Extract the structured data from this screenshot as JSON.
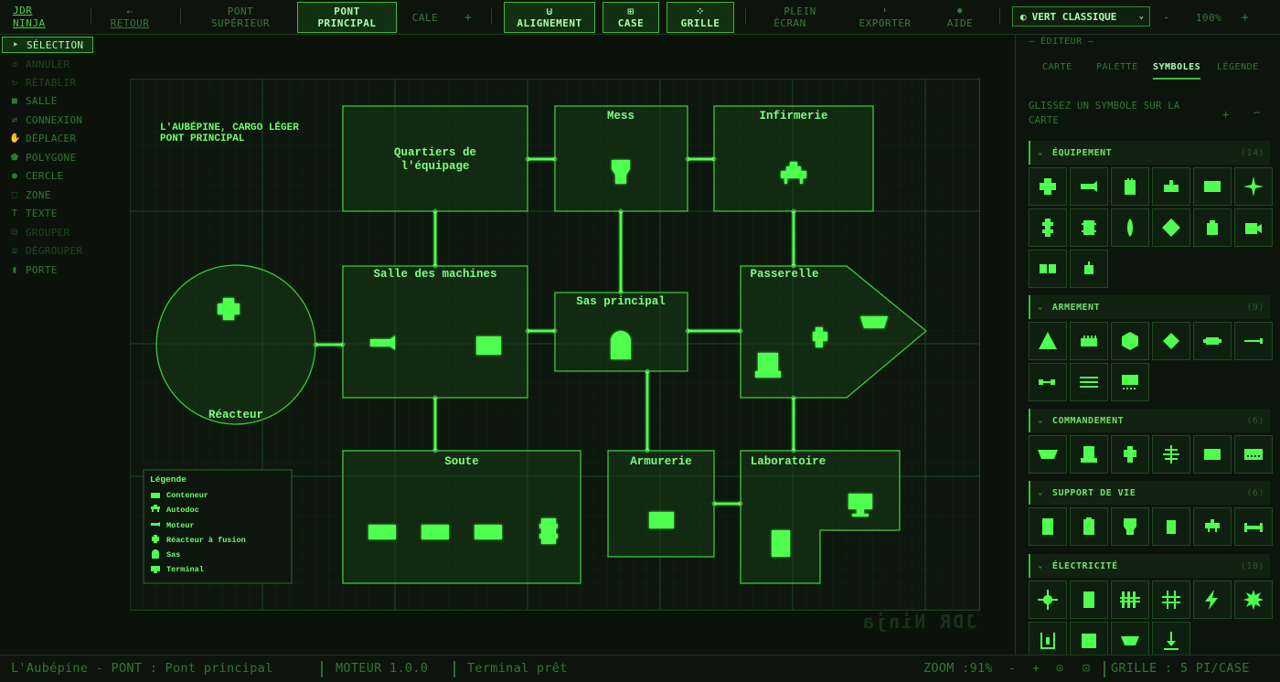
{
  "app": {
    "logo_line1": "JDR",
    "logo_line2": "NINJA"
  },
  "toolbar": {
    "back": "RETOUR",
    "deck_upper_1": "PONT",
    "deck_upper_2": "SUPÉRIEUR",
    "deck_main_1": "PONT",
    "deck_main_2": "PRINCIPAL",
    "deck_hold": "CALE",
    "add": "+",
    "align": "ALIGNEMENT",
    "cell": "CASE",
    "grid": "GRILLE",
    "fullscreen_1": "PLEIN",
    "fullscreen_2": "ÉCRAN",
    "export": "EXPORTER",
    "help": "AIDE",
    "theme": "VERT CLASSIQUE",
    "zoom_minus": "-",
    "zoom": "100%",
    "zoom_plus": "+"
  },
  "tools": [
    {
      "label": "SÉLECTION",
      "icon": "cursor-icon",
      "state": "active"
    },
    {
      "label": "ANNULER",
      "icon": "undo-icon",
      "state": "disabled"
    },
    {
      "label": "RÉTABLIR",
      "icon": "redo-icon",
      "state": "disabled"
    },
    {
      "label": "SALLE",
      "icon": "square-icon",
      "state": "normal"
    },
    {
      "label": "CONNEXION",
      "icon": "arrows-icon",
      "state": "normal"
    },
    {
      "label": "DÉPLACER",
      "icon": "hand-icon",
      "state": "normal"
    },
    {
      "label": "POLYGONE",
      "icon": "polygon-icon",
      "state": "normal"
    },
    {
      "label": "CERCLE",
      "icon": "circle-icon",
      "state": "normal"
    },
    {
      "label": "ZONE",
      "icon": "zone-icon",
      "state": "normal"
    },
    {
      "label": "TEXTE",
      "icon": "text-icon",
      "state": "normal"
    },
    {
      "label": "GROUPER",
      "icon": "group-icon",
      "state": "disabled"
    },
    {
      "label": "DÉGROUPER",
      "icon": "ungroup-icon",
      "state": "disabled"
    },
    {
      "label": "PORTE",
      "icon": "door-icon",
      "state": "normal"
    }
  ],
  "map": {
    "title_line1": "L'AUBÉPINE, CARGO LÉGER",
    "title_line2": "PONT PRINCIPAL",
    "rooms": {
      "crew_1": "Quartiers de",
      "crew_2": "l'équipage",
      "mess": "Mess",
      "infirmary": "Infirmerie",
      "engine": "Salle des machines",
      "airlock": "Sas principal",
      "bridge": "Passerelle",
      "reactor": "Réacteur",
      "hold": "Soute",
      "armory": "Armurerie",
      "lab": "Laboratoire"
    },
    "legend": {
      "title": "Légende",
      "items": [
        "Conteneur",
        "Autodoc",
        "Moteur",
        "Réacteur à fusion",
        "Sas",
        "Terminal"
      ]
    },
    "watermark": "JDR Ninja"
  },
  "panel": {
    "title": "— ÉDITEUR —",
    "tabs": [
      "CARTE",
      "PALETTE",
      "SYMBOLES",
      "LÉGENDE"
    ],
    "active_tab": "SYMBOLES",
    "hint": "GLISSEZ UN SYMBOLE SUR LA CARTE",
    "plus": "+",
    "minus": "−",
    "categories": [
      {
        "name": "ÉQUIPEMENT",
        "count": "(14)"
      },
      {
        "name": "ARMEMENT",
        "count": "(9)"
      },
      {
        "name": "COMMANDEMENT",
        "count": "(6)"
      },
      {
        "name": "SUPPORT DE VIE",
        "count": "(6)"
      },
      {
        "name": "ÉLECTRICITÉ",
        "count": "(10)"
      }
    ]
  },
  "status": {
    "location": "L'Aubépine - PONT : Pont principal",
    "engine": "MOTEUR 1.0.0",
    "terminal": "Terminal prêt",
    "zoom": "ZOOM :91%",
    "zoom_minus": "-",
    "zoom_plus": "+",
    "grid": "GRILLE : 5 PI/CASE"
  },
  "colors": {
    "accent": "#3fff3f",
    "background": "#0b120b",
    "panel": "#0c150c",
    "dim": "#2f7a2f"
  }
}
